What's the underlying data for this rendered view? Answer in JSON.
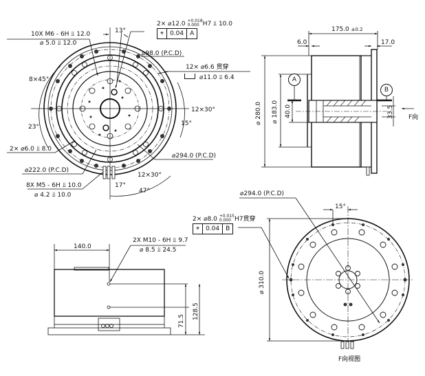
{
  "drawing": {
    "top_left_view": {
      "callouts": {
        "m6_thread": "10X  M6 - 6H ⫫ 12.0",
        "m6_drill": "⌀ 5.0 ⫫ 12.0",
        "angle_13": "13°",
        "pin_hole_12": "2× ⌀12.0",
        "pin_hole_12_tol_upper": "+0.018",
        "pin_hole_12_tol_lower": "0.000",
        "pin_hole_12_suffix": "H7 ⫫ 10.0",
        "fcf_a_symbol": "⌖",
        "fcf_a_value": "0.04",
        "fcf_a_datum": "A",
        "pcd_98": "⌀98.0  (P.C.D)",
        "thru_hole": "12× ⌀6.6 贯穿",
        "counterbore": "⌀11.0 ⫫ 6.4",
        "angle_8x45": "8×45°",
        "angle_12x30_right": "12×30°",
        "angle_15": "15°",
        "angle_23": "23°",
        "hole_6": "2× ⌀6.0 ⫫ 8.0",
        "pcd_294": "⌀294.0  (P.C.D)",
        "pcd_222": "⌀222.0  (P.C.D)",
        "angle_12x30_bottom": "12×30°",
        "m5_thread": "8X  M5 - 6H ⫫ 10.0",
        "m5_drill": "⌀ 4.2 ⫫ 10.0",
        "angle_17": "17°",
        "angle_47": "47°"
      }
    },
    "side_section_view": {
      "length": "175.0",
      "length_tol": "±0.2",
      "flange_left": "6.0",
      "flange_right": "17.0",
      "dia_280": "⌀ 280.0",
      "dia_183": "⌀ 183.0",
      "bore_40": "40.0",
      "bore_33_5": "33.5",
      "datum_a": "A",
      "datum_b": "B",
      "direction_label": "F向"
    },
    "front_view": {
      "width_140": "140.0",
      "m10_thread": "2X  M10 - 6H ⫫ 9.7",
      "m10_drill": "⌀ 8.5 ⫫ 24.5",
      "height_71_5": "71.5",
      "height_128_5": "128.5"
    },
    "f_direction_view": {
      "pcd_294": "⌀294.0  (P.C.D)",
      "pin_hole_8": "2× ⌀8.0",
      "pin_hole_8_tol_upper": "+0.015",
      "pin_hole_8_tol_lower": "0.000",
      "pin_hole_8_suffix": "H7贯穿",
      "fcf_b_symbol": "⌖",
      "fcf_b_value": "0.04",
      "fcf_b_datum": "B",
      "angle_15": "15°",
      "dia_310": "⌀ 310.0",
      "caption": "F向视图"
    }
  }
}
